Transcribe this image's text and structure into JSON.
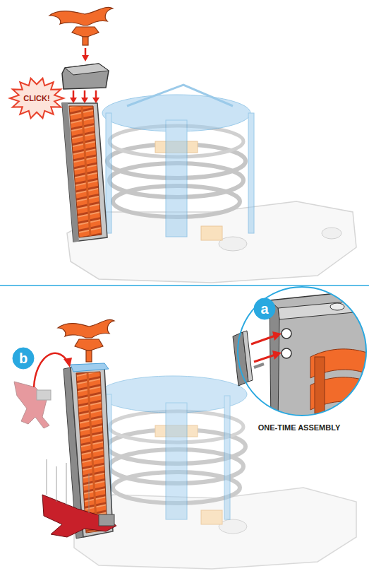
{
  "diagram": {
    "nodes": [
      {
        "text": [
          "CLICK!"
        ]
      },
      {
        "text": [
          "a"
        ]
      },
      {
        "text": [
          "b"
        ]
      }
    ],
    "labels": [
      "ONE-TIME ASSEMBLY"
    ]
  }
}
